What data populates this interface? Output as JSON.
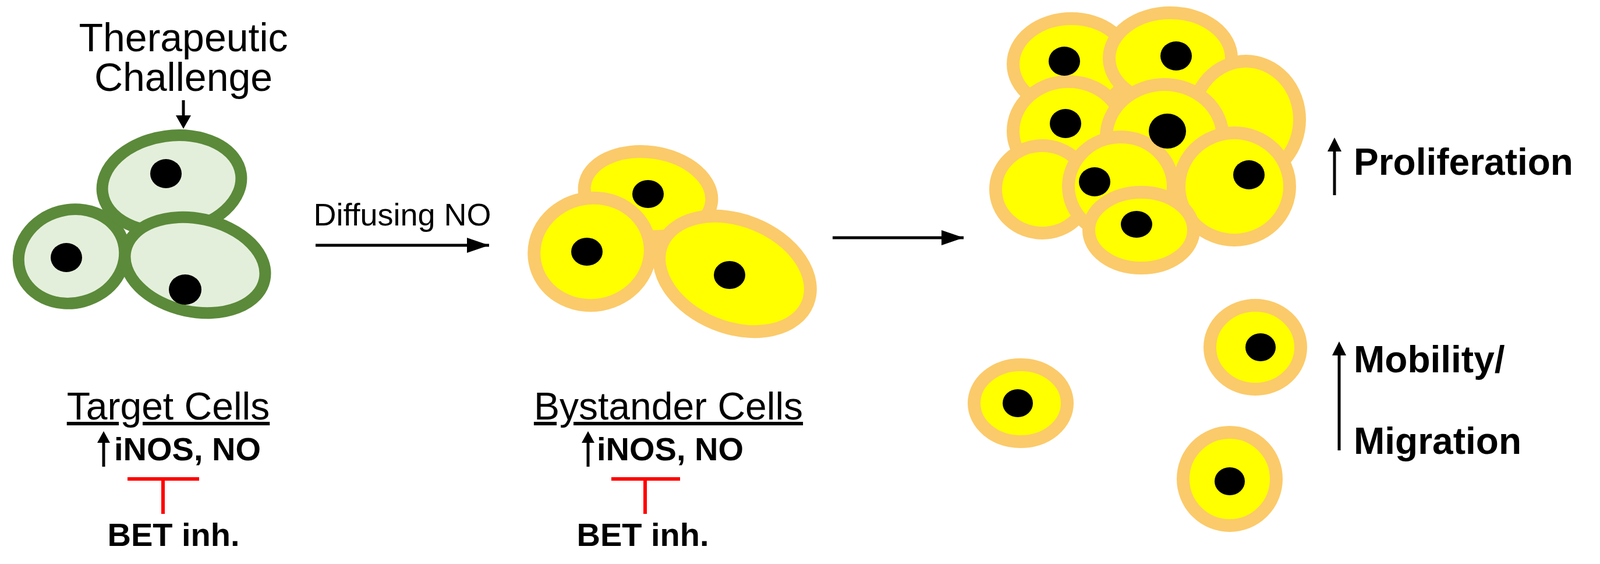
{
  "diagram": {
    "nodes": [
      {
        "text": [
          "Target Cells"
        ]
      },
      {
        "text": [
          "Bystander Cells"
        ]
      },
      {
        "text": [
          "Proliferation"
        ]
      },
      {
        "text": [
          "Mobility/ Migration"
        ]
      }
    ],
    "edges": [
      {
        "from": 0,
        "to": 1,
        "label": "Diffusing NO",
        "arrow": "to"
      },
      {
        "from": 1,
        "to": 2,
        "arrow": "to"
      }
    ],
    "labels": [
      "Therapeutic Challenge",
      "iNOS, NO",
      "BET inh.",
      "iNOS, NO",
      "BET inh."
    ]
  }
}
